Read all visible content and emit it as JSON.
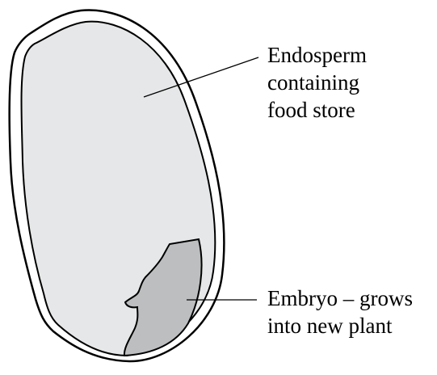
{
  "diagram": {
    "labels": {
      "endosperm": {
        "line1": "Endosperm",
        "line2": "containing",
        "line3": "food store"
      },
      "embryo": {
        "line1": "Embryo – grows",
        "line2": "into new plant"
      }
    },
    "colors": {
      "outline": "#000000",
      "endosperm_fill": "#e6e7e8",
      "embryo_fill": "#bcbec0",
      "seed_coat": "#ffffff"
    }
  }
}
